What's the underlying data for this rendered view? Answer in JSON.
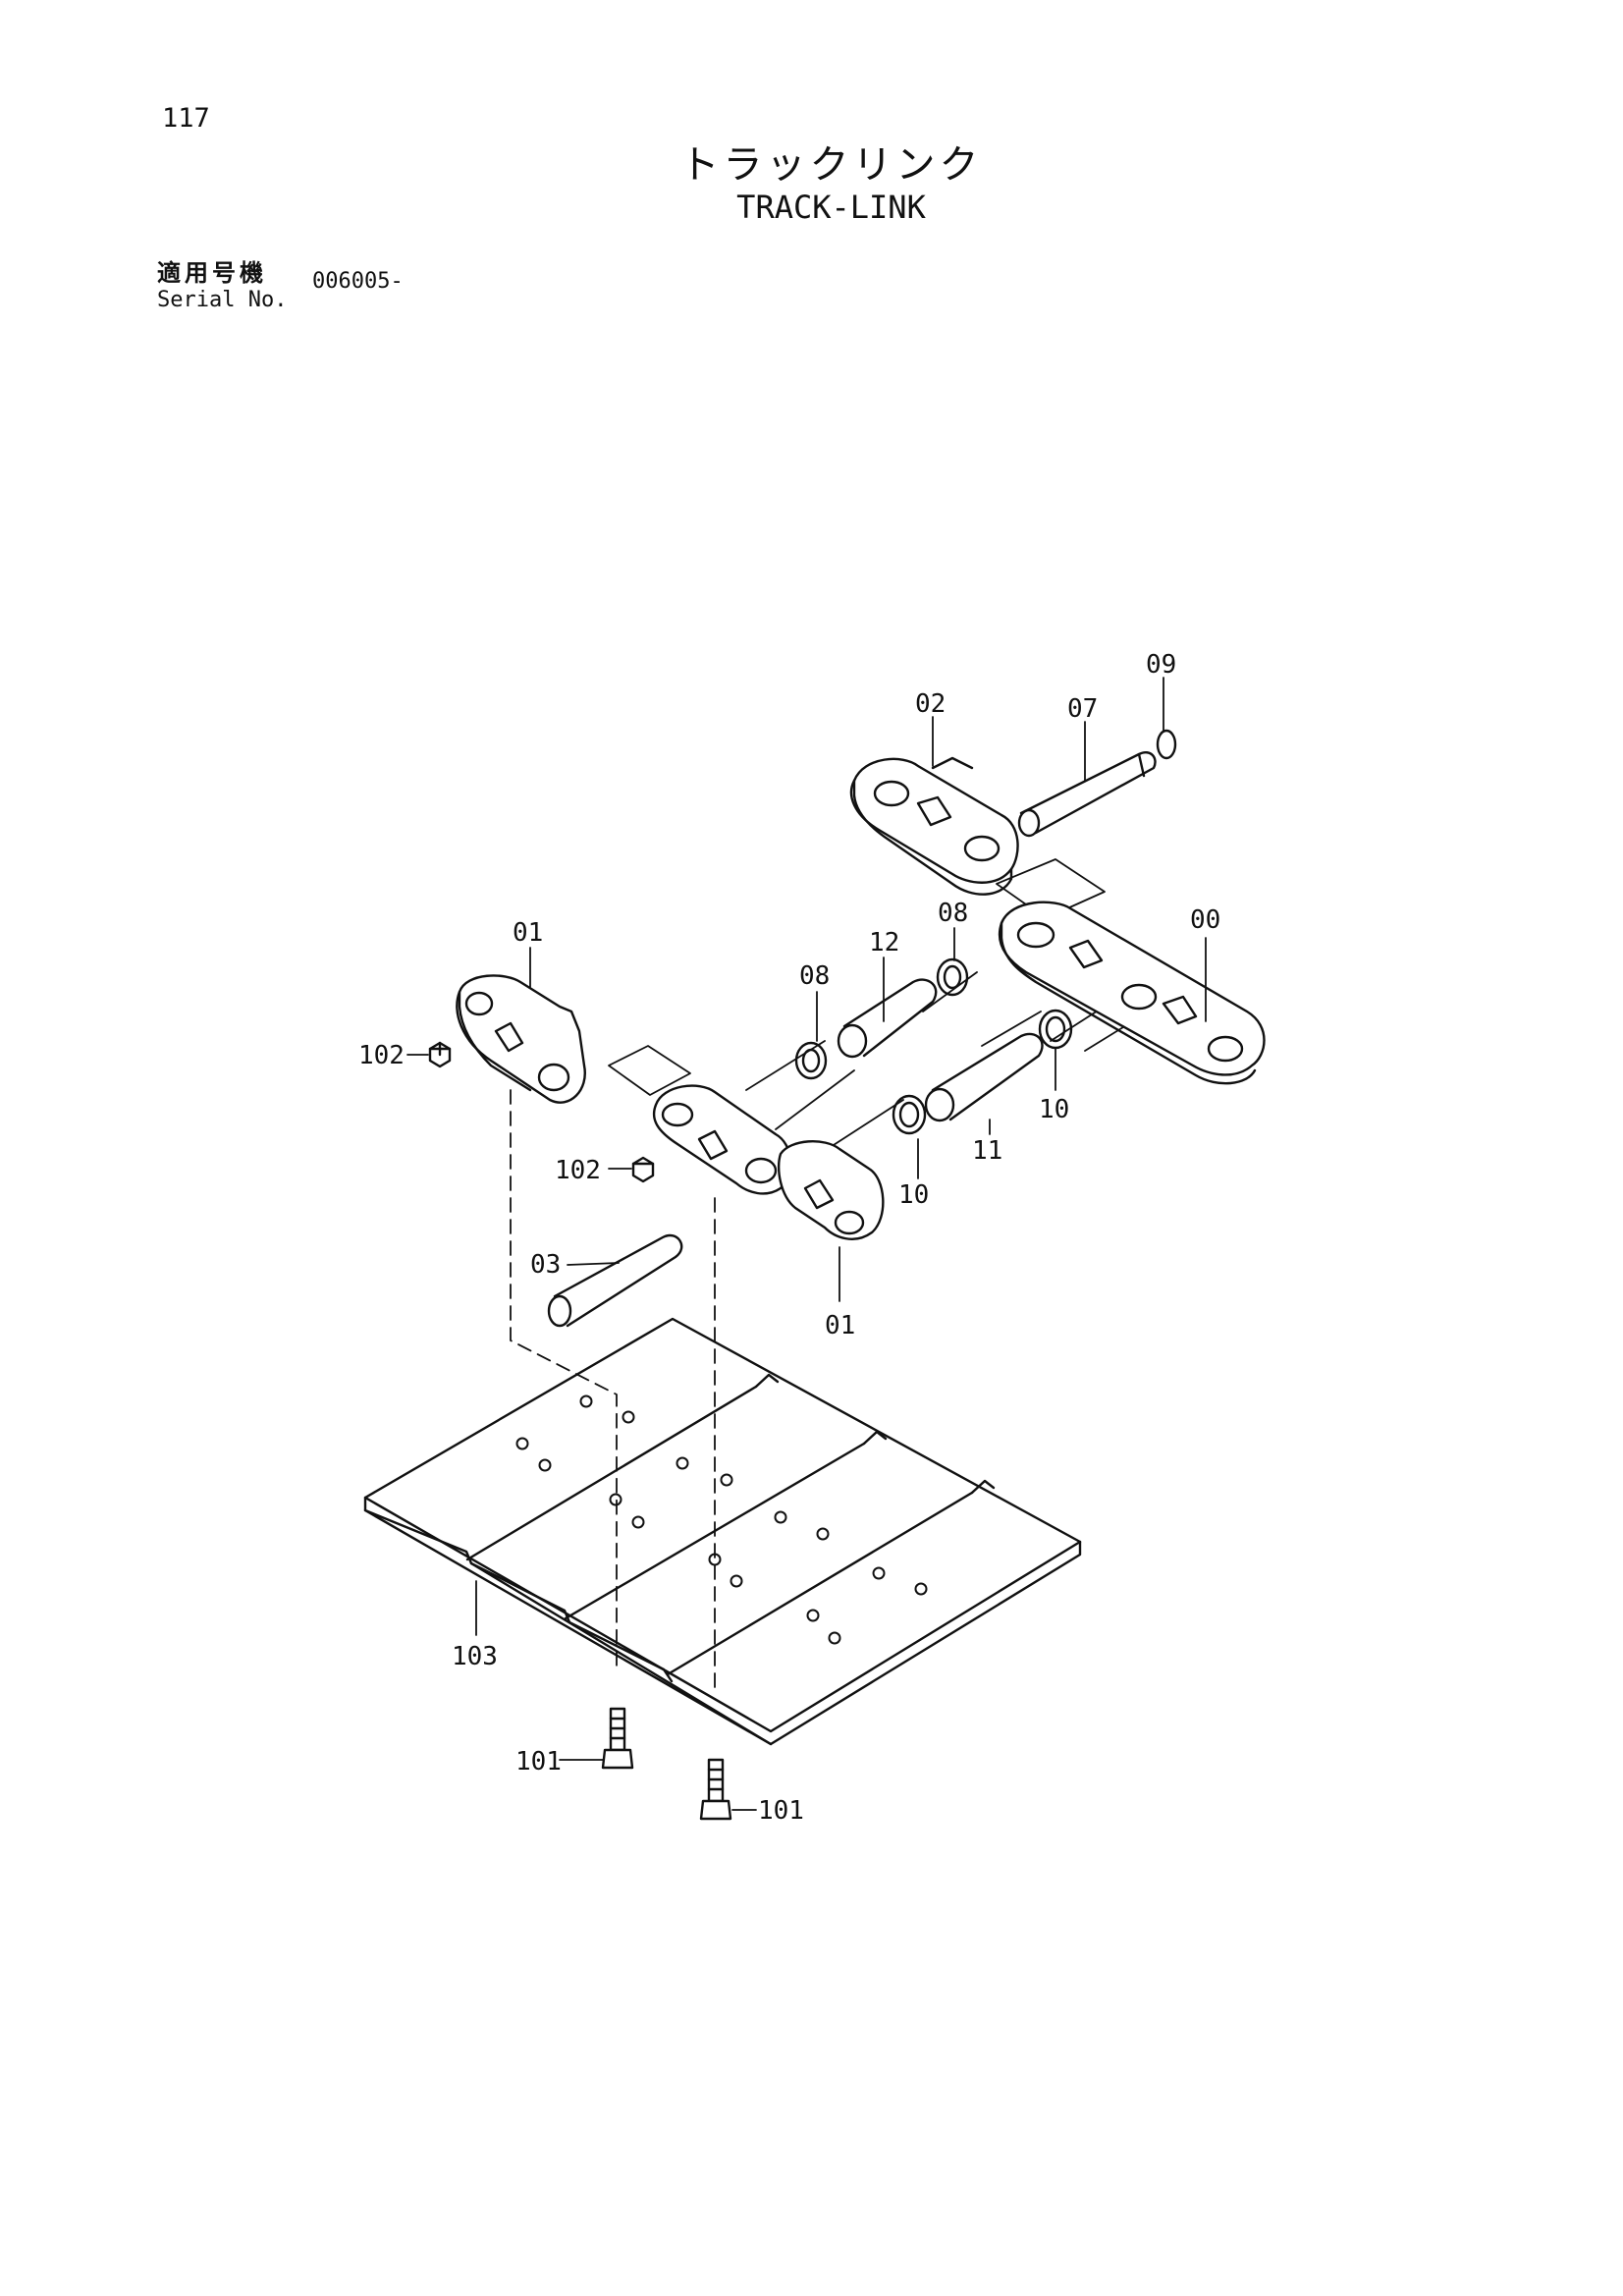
{
  "header": {
    "page_number": "117",
    "title_jp": "トラックリンク",
    "title_en": "TRACK-LINK",
    "serial_label_jp": "適用号機",
    "serial_label_en": "Serial No.",
    "serial_value": "006005-"
  },
  "callouts": {
    "c00": "00",
    "c01a": "01",
    "c01b": "01",
    "c02": "02",
    "c03": "03",
    "c07": "07",
    "c08a": "08",
    "c08b": "08",
    "c09": "09",
    "c10a": "10",
    "c10b": "10",
    "c11": "11",
    "c12": "12",
    "c101a": "101",
    "c101b": "101",
    "c102a": "102",
    "c102b": "102",
    "c103": "103"
  }
}
